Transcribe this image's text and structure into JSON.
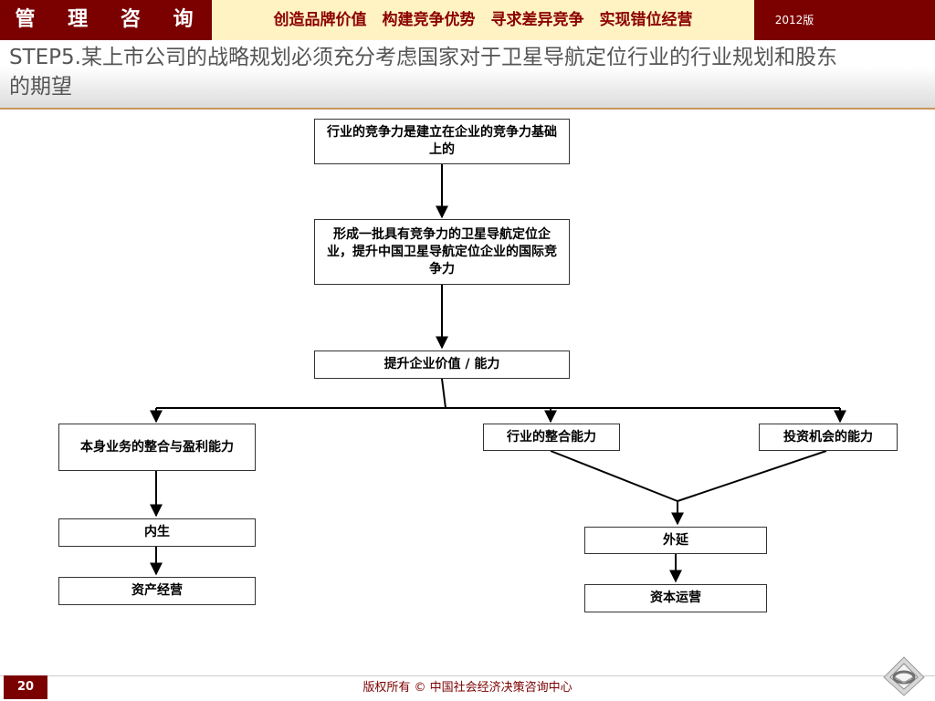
{
  "header": {
    "brand": "管 理 咨 询",
    "slogan": "创造品牌价值　构建竞争优势　寻求差异竞争　实现错位经营",
    "edition": "2012版"
  },
  "title": "STEP5.某上市公司的战略规划必须充分考虑国家对于卫星导航定位行业的行业规划和股东的期望",
  "diagram": {
    "nodes": [
      {
        "id": "n1",
        "text": "行业的竞争力是建立在企业的竞争力基础上的"
      },
      {
        "id": "n2",
        "text": "形成一批具有竞争力的卫星导航定位企业，提升中国卫星导航定位企业的国际竞争力"
      },
      {
        "id": "n3",
        "text": "提升企业价值 / 能力"
      },
      {
        "id": "n4",
        "text": "本身业务的整合与盈利能力"
      },
      {
        "id": "n5",
        "text": "行业的整合能力"
      },
      {
        "id": "n6",
        "text": "投资机会的能力"
      },
      {
        "id": "n7",
        "text": "内生"
      },
      {
        "id": "n8",
        "text": "资产经营"
      },
      {
        "id": "n9",
        "text": "外延"
      },
      {
        "id": "n10",
        "text": "资本运营"
      }
    ],
    "edges": [
      {
        "from": "n1",
        "to": "n2"
      },
      {
        "from": "n2",
        "to": "n3"
      },
      {
        "from": "n3",
        "to": "n4"
      },
      {
        "from": "n3",
        "to": "n5"
      },
      {
        "from": "n3",
        "to": "n6"
      },
      {
        "from": "n4",
        "to": "n7"
      },
      {
        "from": "n7",
        "to": "n8"
      },
      {
        "from": "n5",
        "to": "n9"
      },
      {
        "from": "n6",
        "to": "n9"
      },
      {
        "from": "n9",
        "to": "n10"
      }
    ]
  },
  "footer": {
    "page_number": "20",
    "copyright": "版权所有 © 中国社会经济决策咨询中心"
  },
  "colors": {
    "brand": "#7b0000",
    "slogan_bg": "#fff3c4",
    "slogan_text": "#8b0000",
    "rule": "#c8955a"
  }
}
